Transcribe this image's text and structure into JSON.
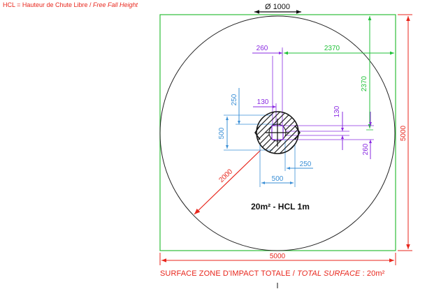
{
  "legend": {
    "prefix": "HCL = Hauteur de Chute Libre / ",
    "italic": "Free Fall Height"
  },
  "diameter_label": "Ø 1000",
  "dims": {
    "square_width": "5000",
    "square_height": "5000",
    "radius": "2000",
    "top_offset": "260",
    "top_span": "2370",
    "right_span": "2370",
    "left_130": "130",
    "left_250": "250",
    "left_500": "500",
    "right_130": "130",
    "right_260": "260",
    "bottom_250": "250",
    "bottom_500": "500"
  },
  "center_label": "20m² - HCL 1m",
  "surface": {
    "prefix": "SURFACE ZONE D'IMPACT TOTALE / ",
    "italic": "TOTAL SURFACE",
    "suffix": " : 20m²"
  },
  "colors": {
    "square": "#2fbf3a",
    "circle": "#222222",
    "red": "#e8261c",
    "green_dim": "#22c23a",
    "purple": "#8a2be2",
    "blue": "#3a8fd6"
  }
}
